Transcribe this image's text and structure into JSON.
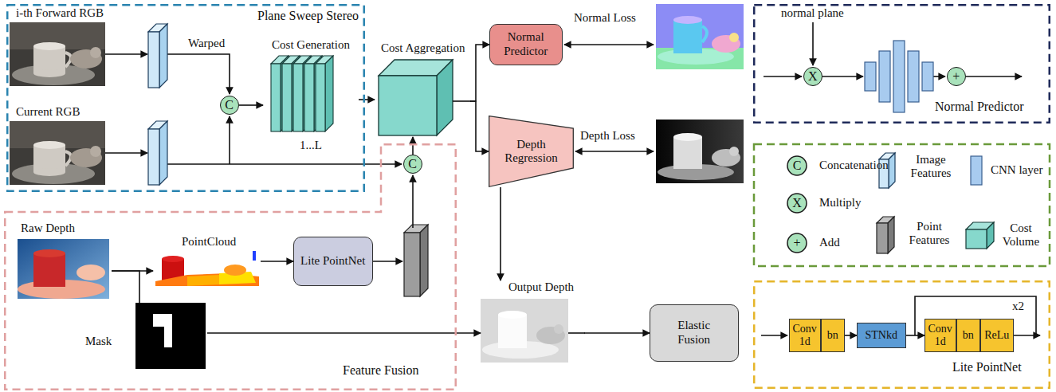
{
  "diagram": {
    "nodes": [
      {
        "text": [
          "Plane Sweep Stereo"
        ]
      },
      {
        "text": [
          "i-th Forward RGB"
        ],
        "in": 0
      },
      {
        "text": [
          "Current RGB"
        ],
        "in": 0
      },
      {
        "text": [
          "C"
        ],
        "in": 0
      },
      {
        "text": [
          "Cost Generation",
          "1...L"
        ],
        "in": 0
      },
      {
        "text": [
          "Feature Fusion"
        ]
      },
      {
        "text": [
          "Raw Depth"
        ],
        "in": 5
      },
      {
        "text": [
          "PointCloud"
        ],
        "in": 5
      },
      {
        "text": [
          "Lite PointNet"
        ],
        "in": 5
      },
      {
        "text": [
          "Mask"
        ],
        "in": 5
      },
      {
        "text": [
          "C"
        ],
        "in": 5
      },
      {
        "text": [
          "Cost Aggregation"
        ]
      },
      {
        "text": [
          "Normal Predictor"
        ]
      },
      {
        "text": [
          "Depth Regression"
        ]
      },
      {
        "text": [
          "Output Depth"
        ]
      },
      {
        "text": [
          "Elastic Fusion"
        ]
      },
      {
        "text": [
          "Normal Predictor"
        ]
      },
      {
        "text": [
          "X"
        ],
        "in": 16
      },
      {
        "text": [
          "+"
        ],
        "in": 16
      },
      {
        "text": [
          "Lite PointNet"
        ]
      },
      {
        "text": [
          "Conv 1d"
        ],
        "in": 19
      },
      {
        "text": [
          "bn"
        ],
        "in": 19
      },
      {
        "text": [
          "STNkd"
        ],
        "in": 19
      },
      {
        "text": [
          "Conv 1d"
        ],
        "in": 19
      },
      {
        "text": [
          "bn"
        ],
        "in": 19
      },
      {
        "text": [
          "ReLu"
        ],
        "in": 19
      }
    ],
    "edges": [
      {
        "from": 3,
        "to": 4,
        "arrow": "to"
      },
      {
        "from": 4,
        "to": 11,
        "arrow": "to"
      },
      {
        "from": 10,
        "to": 11,
        "arrow": "to"
      },
      {
        "from": 11,
        "to": 12,
        "arrow": "to"
      },
      {
        "from": 11,
        "to": 13,
        "arrow": "to"
      },
      {
        "from": 13,
        "to": 14,
        "arrow": "to"
      },
      {
        "from": 9,
        "to": 14,
        "arrow": "to"
      },
      {
        "from": 14,
        "to": 15,
        "arrow": "to"
      },
      {
        "from": 6,
        "to": 7,
        "arrow": "to"
      },
      {
        "from": 7,
        "to": 8,
        "arrow": "to"
      },
      {
        "from": 6,
        "to": 9,
        "arrow": "none"
      },
      {
        "from": 21,
        "to": 22,
        "arrow": "to"
      },
      {
        "from": 22,
        "to": 23,
        "arrow": "to"
      }
    ],
    "labels": [
      "Warped",
      "Normal Loss",
      "Depth Loss",
      "normal plane",
      "x2",
      "C",
      "X",
      "+"
    ],
    "legend": [
      {
        "text": "Concatenation"
      },
      {
        "text": "Multiply"
      },
      {
        "text": "Add"
      },
      {
        "text": "Image Features"
      },
      {
        "text": "CNN layer"
      },
      {
        "text": "Point Features"
      },
      {
        "text": "Cost Volume"
      }
    ]
  }
}
